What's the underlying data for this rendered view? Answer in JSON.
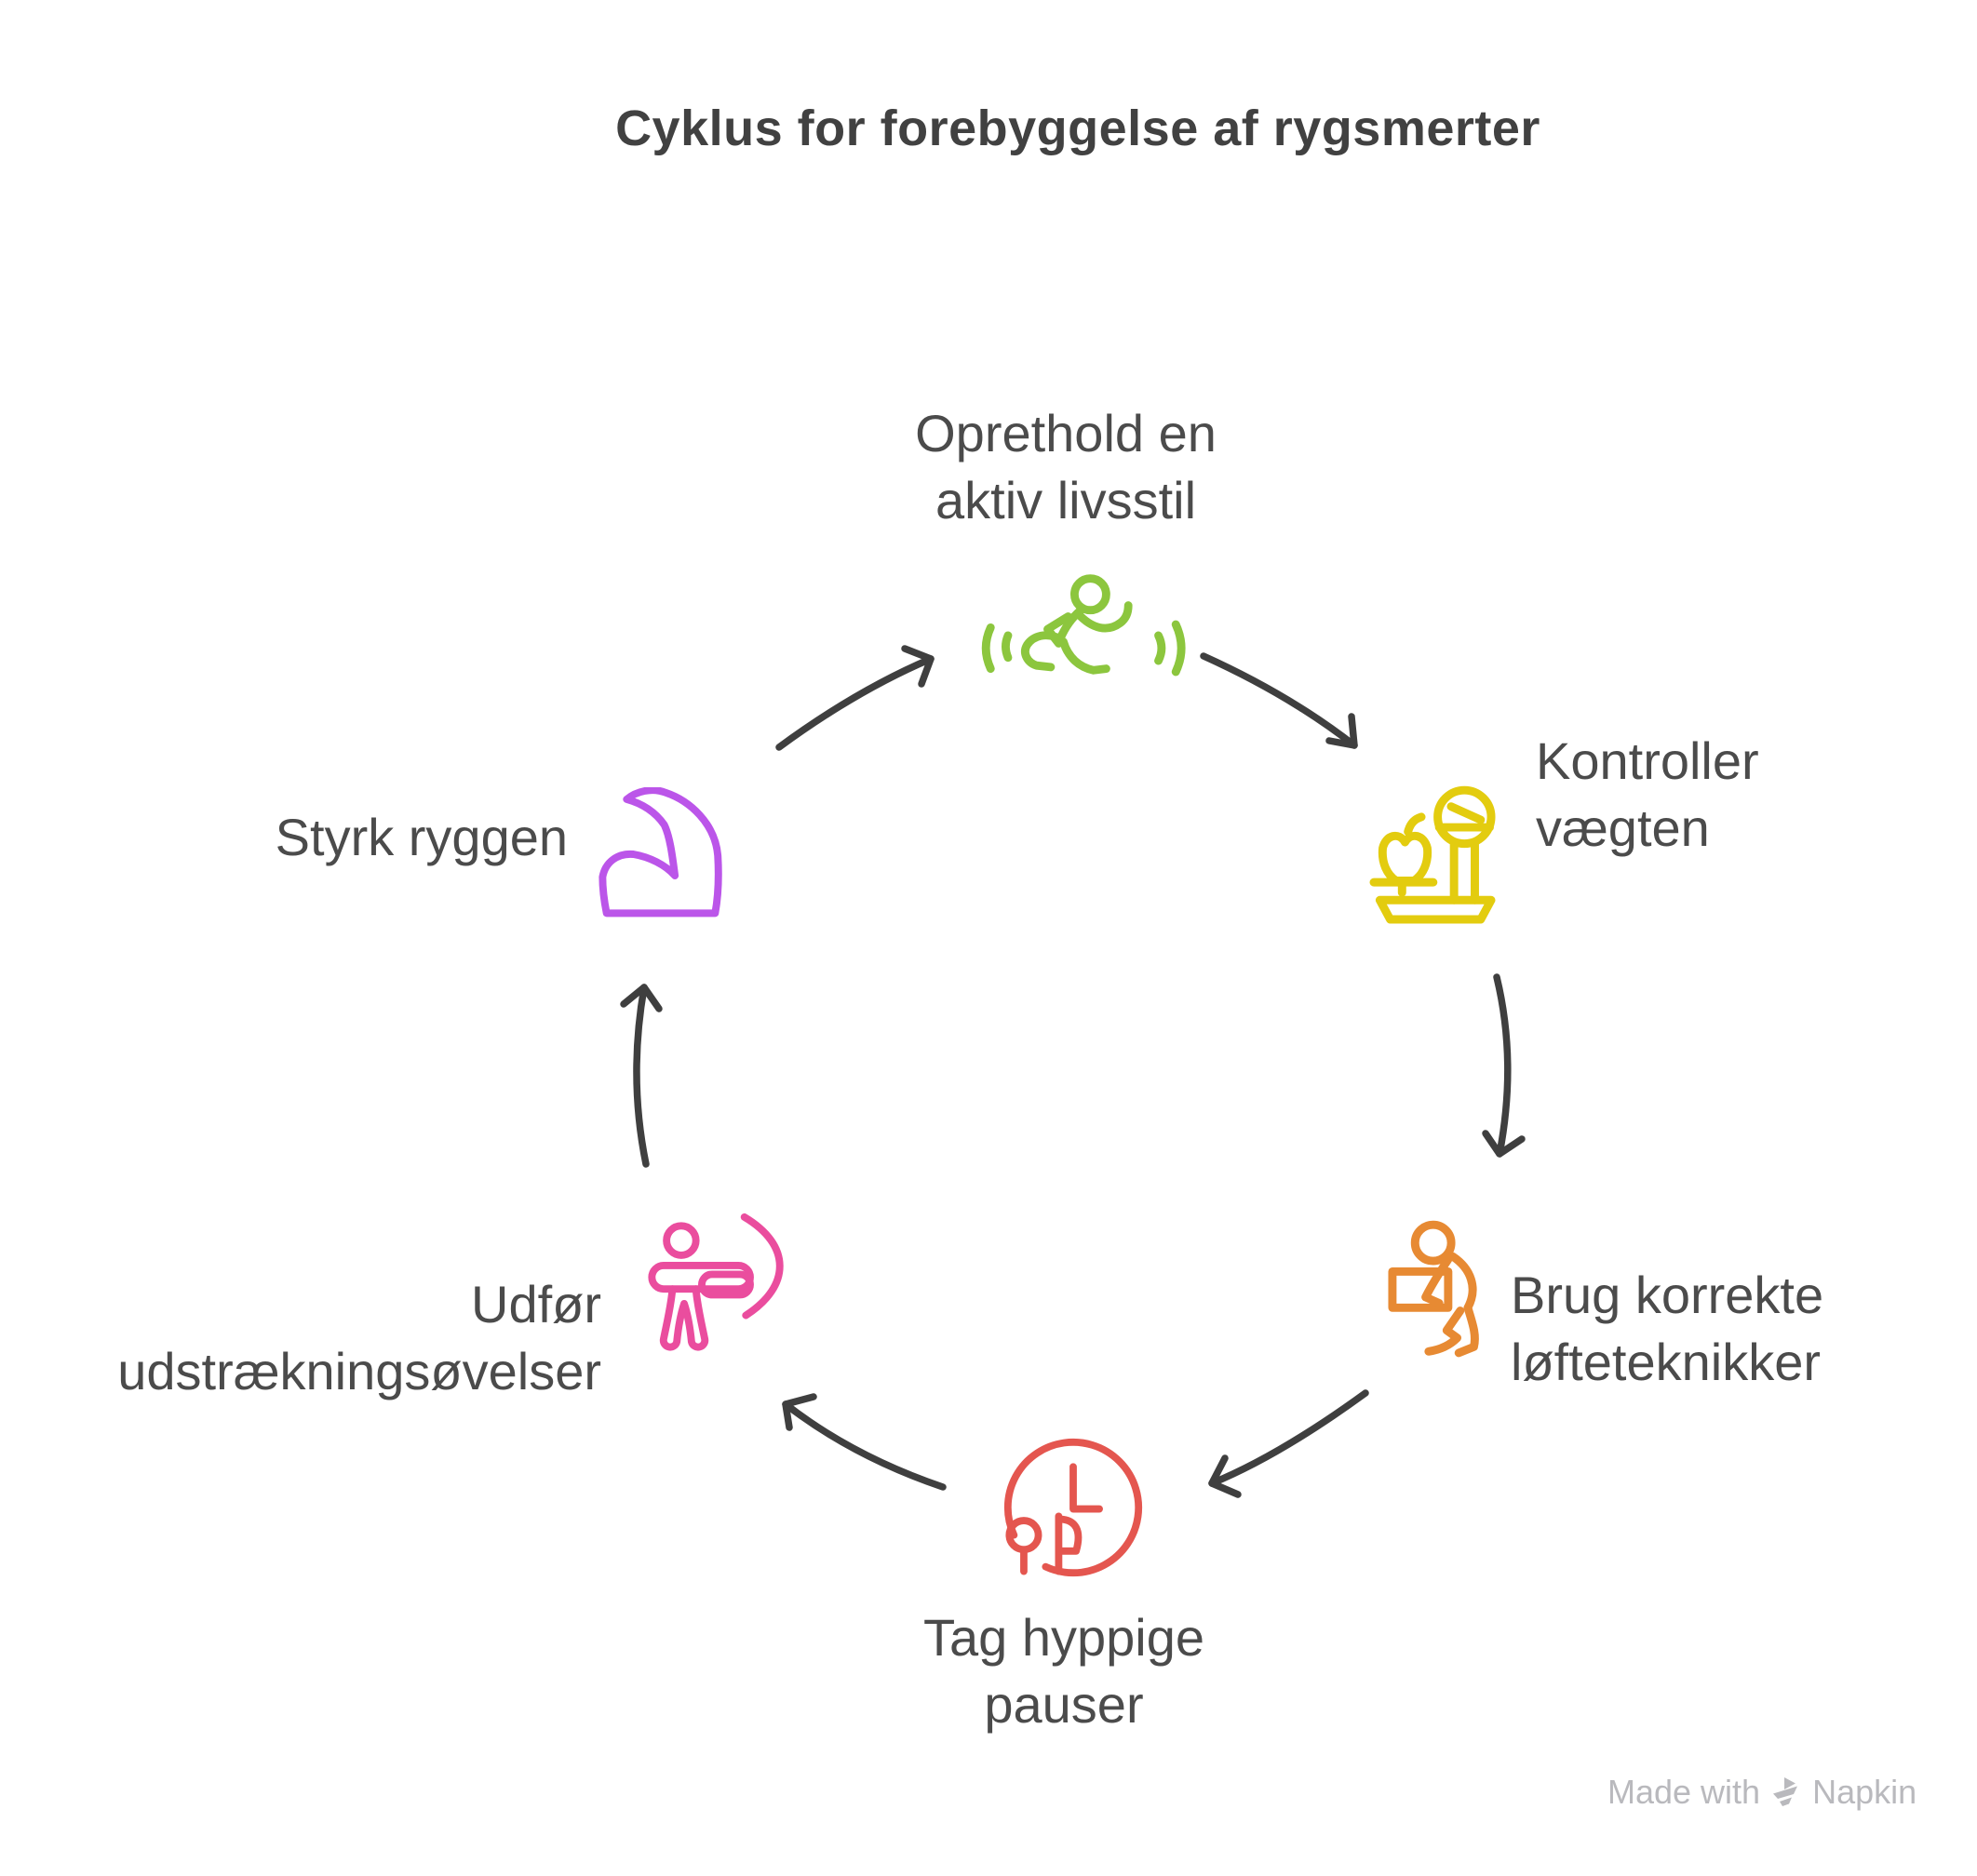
{
  "title": "Cyklus for forebyggelse af rygsmerter",
  "nodes": [
    {
      "label": "Oprethold en aktiv livsstil",
      "line1": "Oprethold en",
      "line2": "aktiv livsstil",
      "icon": "runner-icon",
      "color": "#8cc63e"
    },
    {
      "label": "Kontroller vægten",
      "line1": "Kontroller",
      "line2": "vægten",
      "icon": "weight-scale-icon",
      "color": "#e3cc0f"
    },
    {
      "label": "Brug korrekte løfteteknikker",
      "line1": "Brug korrekte",
      "line2": "løfteteknikker",
      "icon": "box-lifting-icon",
      "color": "#e78a33"
    },
    {
      "label": "Tag hyppige pauser",
      "line1": "Tag hyppige",
      "line2": "pauser",
      "icon": "clock-break-icon",
      "color": "#e4564f"
    },
    {
      "label": "Udfør udstrækningsøvelser",
      "line1": "Udfør",
      "line2": "udstrækningsøvelser",
      "icon": "stretching-archer-icon",
      "color": "#ea4d9e"
    },
    {
      "label": "Styrk ryggen",
      "line1": "Styrk ryggen",
      "icon": "flexed-bicep-icon",
      "color": "#bb55e9"
    }
  ],
  "watermark": {
    "prefix": "Made with",
    "brand": "Napkin"
  },
  "colors": {
    "title": "#414141",
    "text": "#4b4b4b",
    "arrow": "#3f3f3f",
    "watermark": "#b9b9bd",
    "background": "#ffffff"
  }
}
